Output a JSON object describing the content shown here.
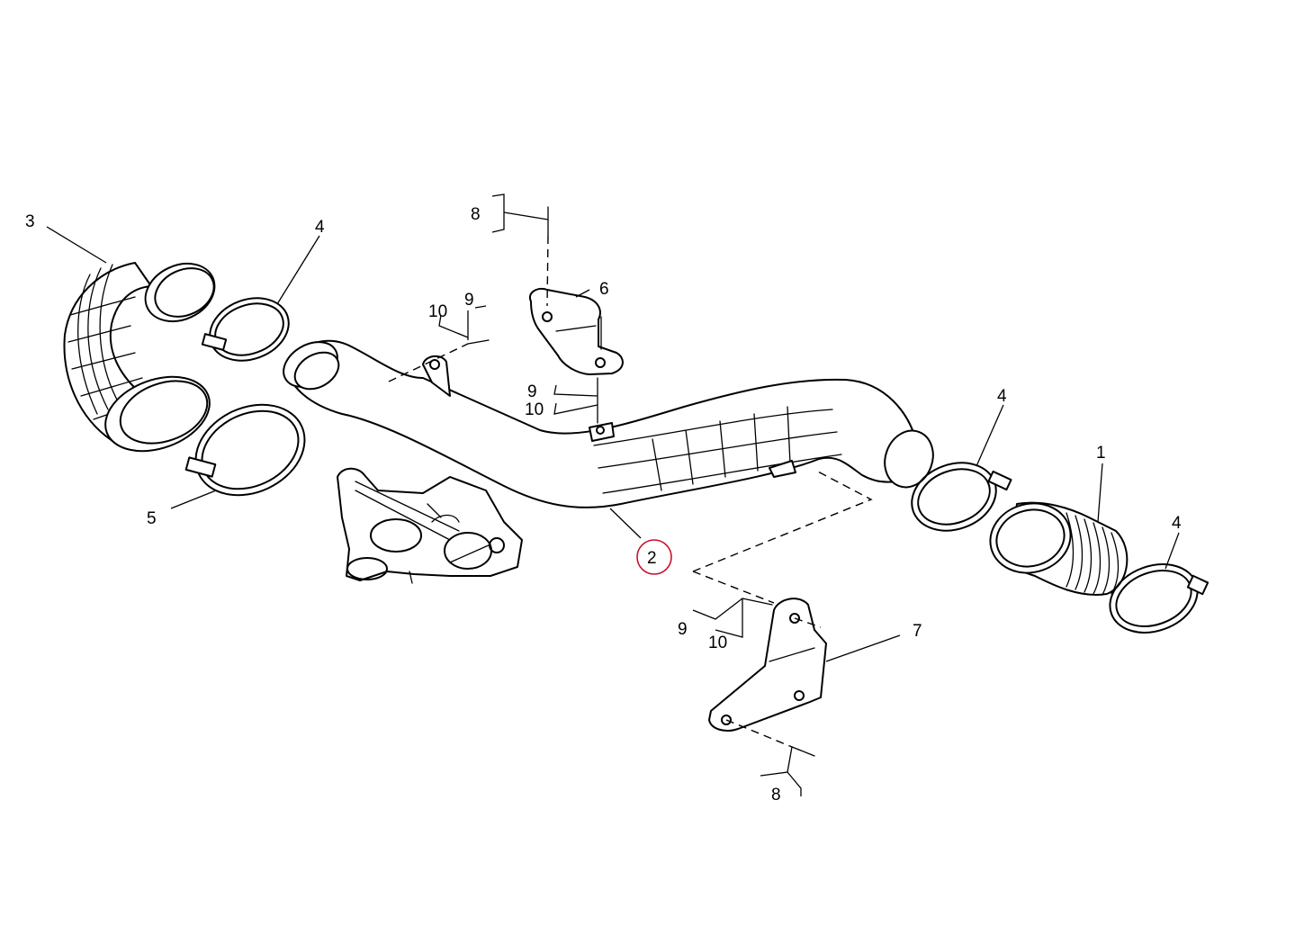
{
  "diagram": {
    "highlight_color": "#c8102e",
    "highlighted_callout": "2",
    "callouts": [
      {
        "key": "c1",
        "label": "1"
      },
      {
        "key": "c2",
        "label": "2"
      },
      {
        "key": "c3",
        "label": "3"
      },
      {
        "key": "c4a",
        "label": "4"
      },
      {
        "key": "c4b",
        "label": "4"
      },
      {
        "key": "c4c",
        "label": "4"
      },
      {
        "key": "c5",
        "label": "5"
      },
      {
        "key": "c6",
        "label": "6"
      },
      {
        "key": "c7",
        "label": "7"
      },
      {
        "key": "c8a",
        "label": "8"
      },
      {
        "key": "c8b",
        "label": "8"
      },
      {
        "key": "c9a",
        "label": "9"
      },
      {
        "key": "c9b",
        "label": "9"
      },
      {
        "key": "c9c",
        "label": "9"
      },
      {
        "key": "c10a",
        "label": "10"
      },
      {
        "key": "c10b",
        "label": "10"
      },
      {
        "key": "c10c",
        "label": "10"
      }
    ]
  }
}
